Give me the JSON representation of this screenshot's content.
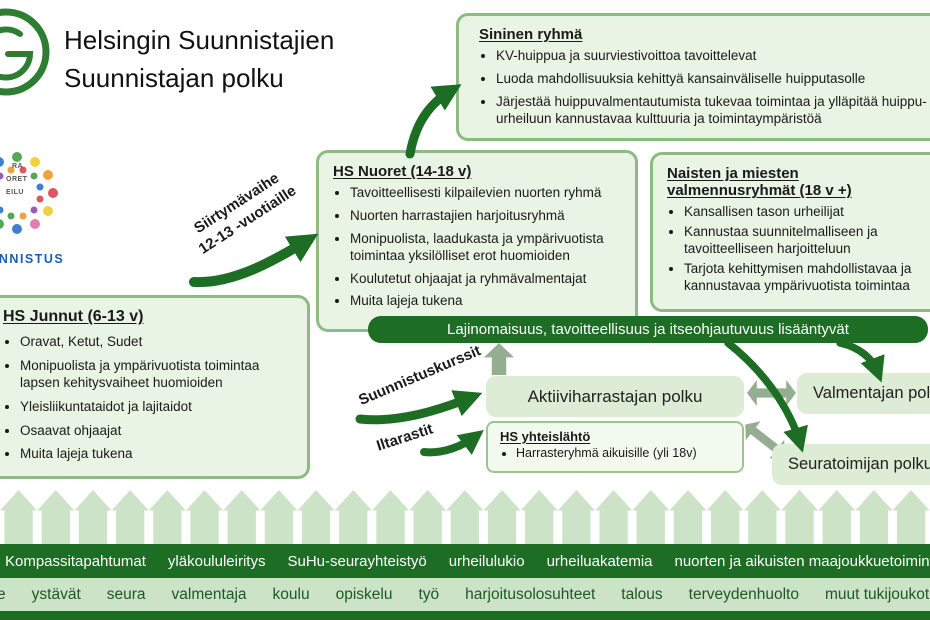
{
  "page": {
    "title_line1": "Helsingin Suunnistajien",
    "title_line2": "Suunnistajan polku"
  },
  "logos": {
    "seal_fragments": [
      "RA",
      "ORET",
      "EILU"
    ],
    "seal_caption": "SUUNNISTUS"
  },
  "boxes": {
    "sininen": {
      "title": "Sininen ryhmä",
      "bullets": [
        "KV-huippua ja suurviestivoittoa tavoittelevat",
        "Luoda mahdollisuuksia kehittyä kansainväliselle huipputasolle",
        "Järjestää huippuvalmentautumista tukevaa toimintaa ja ylläpitää huippu-urheiluun kannustavaa kulttuuria ja toimintaympäristöä"
      ]
    },
    "nuoret": {
      "title": "HS Nuoret (14-18 v)",
      "bullets": [
        "Tavoitteellisesti kilpailevien nuorten ryhmä",
        "Nuorten harrastajien harjoitusryhmä",
        "Monipuolista, laadukasta ja ympärivuotista toimintaa yksilölliset erot huomioiden",
        "Koulutetut ohjaajat ja ryhmävalmentajat",
        "Muita lajeja tukena"
      ]
    },
    "valmennus": {
      "title_line1": "Naisten ja miesten",
      "title_line2": "valmennusryhmät (18 v +)",
      "bullets": [
        "Kansallisen tason urheilijat",
        "Kannustaa suunnitelmalliseen ja tavoitteelliseen harjoitteluun",
        "Tarjota kehittymisen mahdollistavaa ja kannustavaa ympärivuotista toimintaa"
      ]
    },
    "junnut": {
      "title": "HS Junnut (6-13 v)",
      "bullets": [
        "Oravat, Ketut, Sudet",
        "Monipuolista ja ympärivuotista toimintaa lapsen kehitysvaiheet huomioiden",
        "Yleisliikuntataidot ja lajitaidot",
        "Osaavat ohjaajat",
        "Muita lajeja tukena"
      ]
    },
    "yhteislahto": {
      "title": "HS yhteislähtö",
      "bullets": [
        "Harrasteryhmä aikuisille (yli 18v)"
      ]
    },
    "aktiivi": {
      "label": "Aktiiviharrastajan polku"
    },
    "valmentaja": {
      "label": "Valmentajan polku"
    },
    "seuratoimija": {
      "label": "Seuratoimijan polku"
    }
  },
  "labels": {
    "banner": "Lajinomaisuus, tavoitteellisuus ja itseohjautuvuus lisääntyvät",
    "siirtyma_line1": "Siirtymävaihe",
    "siirtyma_line2": "12-13 -vuotiaille",
    "suunnistuskurssit": "Suunnistuskurssit",
    "iltarastit": "Iltarastit"
  },
  "bottom": {
    "dark_items": [
      "Kompassitapahtumat",
      "yläkoululeiritys",
      "SuHu-seurayhteistyö",
      "urheilulukio",
      "urheiluakatemia",
      "nuorten ja aikuisten maajoukkuetoiminta"
    ],
    "light_items": [
      "perhe",
      "ystävät",
      "seura",
      "valmentaja",
      "koulu",
      "opiskelu",
      "työ",
      "harjoitusolosuhteet",
      "talous",
      "terveydenhuolto",
      "muut tukijoukot"
    ]
  },
  "colors": {
    "dark_green": "#1d6d24",
    "box_fill": "#e9f4e4",
    "box_border": "#8cbc84",
    "fence_green": "#cde3c8",
    "block_arrow_green": "#95ad90",
    "seal_blue": "#1a5fb4"
  }
}
